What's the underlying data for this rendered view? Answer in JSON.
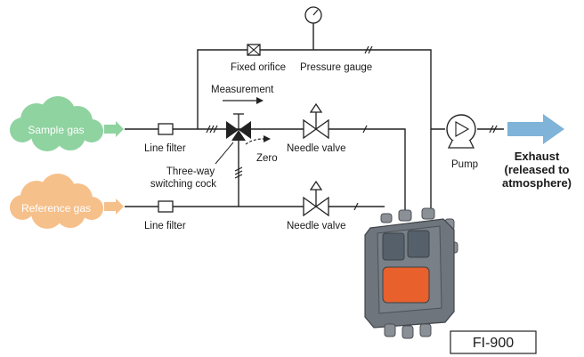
{
  "labels": {
    "sample_gas": "Sample gas",
    "reference_gas": "Reference gas",
    "line_filter_top": "Line filter",
    "line_filter_bottom": "Line filter",
    "fixed_orifice": "Fixed orifice",
    "pressure_gauge": "Pressure gauge",
    "measurement": "Measurement",
    "zero": "Zero",
    "three_way_1": "Three-way",
    "three_way_2": "switching cock",
    "needle_valve_top": "Needle valve",
    "needle_valve_bottom": "Needle valve",
    "pump": "Pump",
    "exhaust_1": "Exhaust",
    "exhaust_2": "(released to",
    "exhaust_3": "atmosphere)",
    "model": "FI-900"
  },
  "colors": {
    "sample_cloud": "#8fd3a0",
    "reference_cloud": "#f6c08a",
    "exhaust_arrow": "#7fb3d8",
    "instrument_body": "#6f757c",
    "instrument_window": "#e8602c"
  }
}
